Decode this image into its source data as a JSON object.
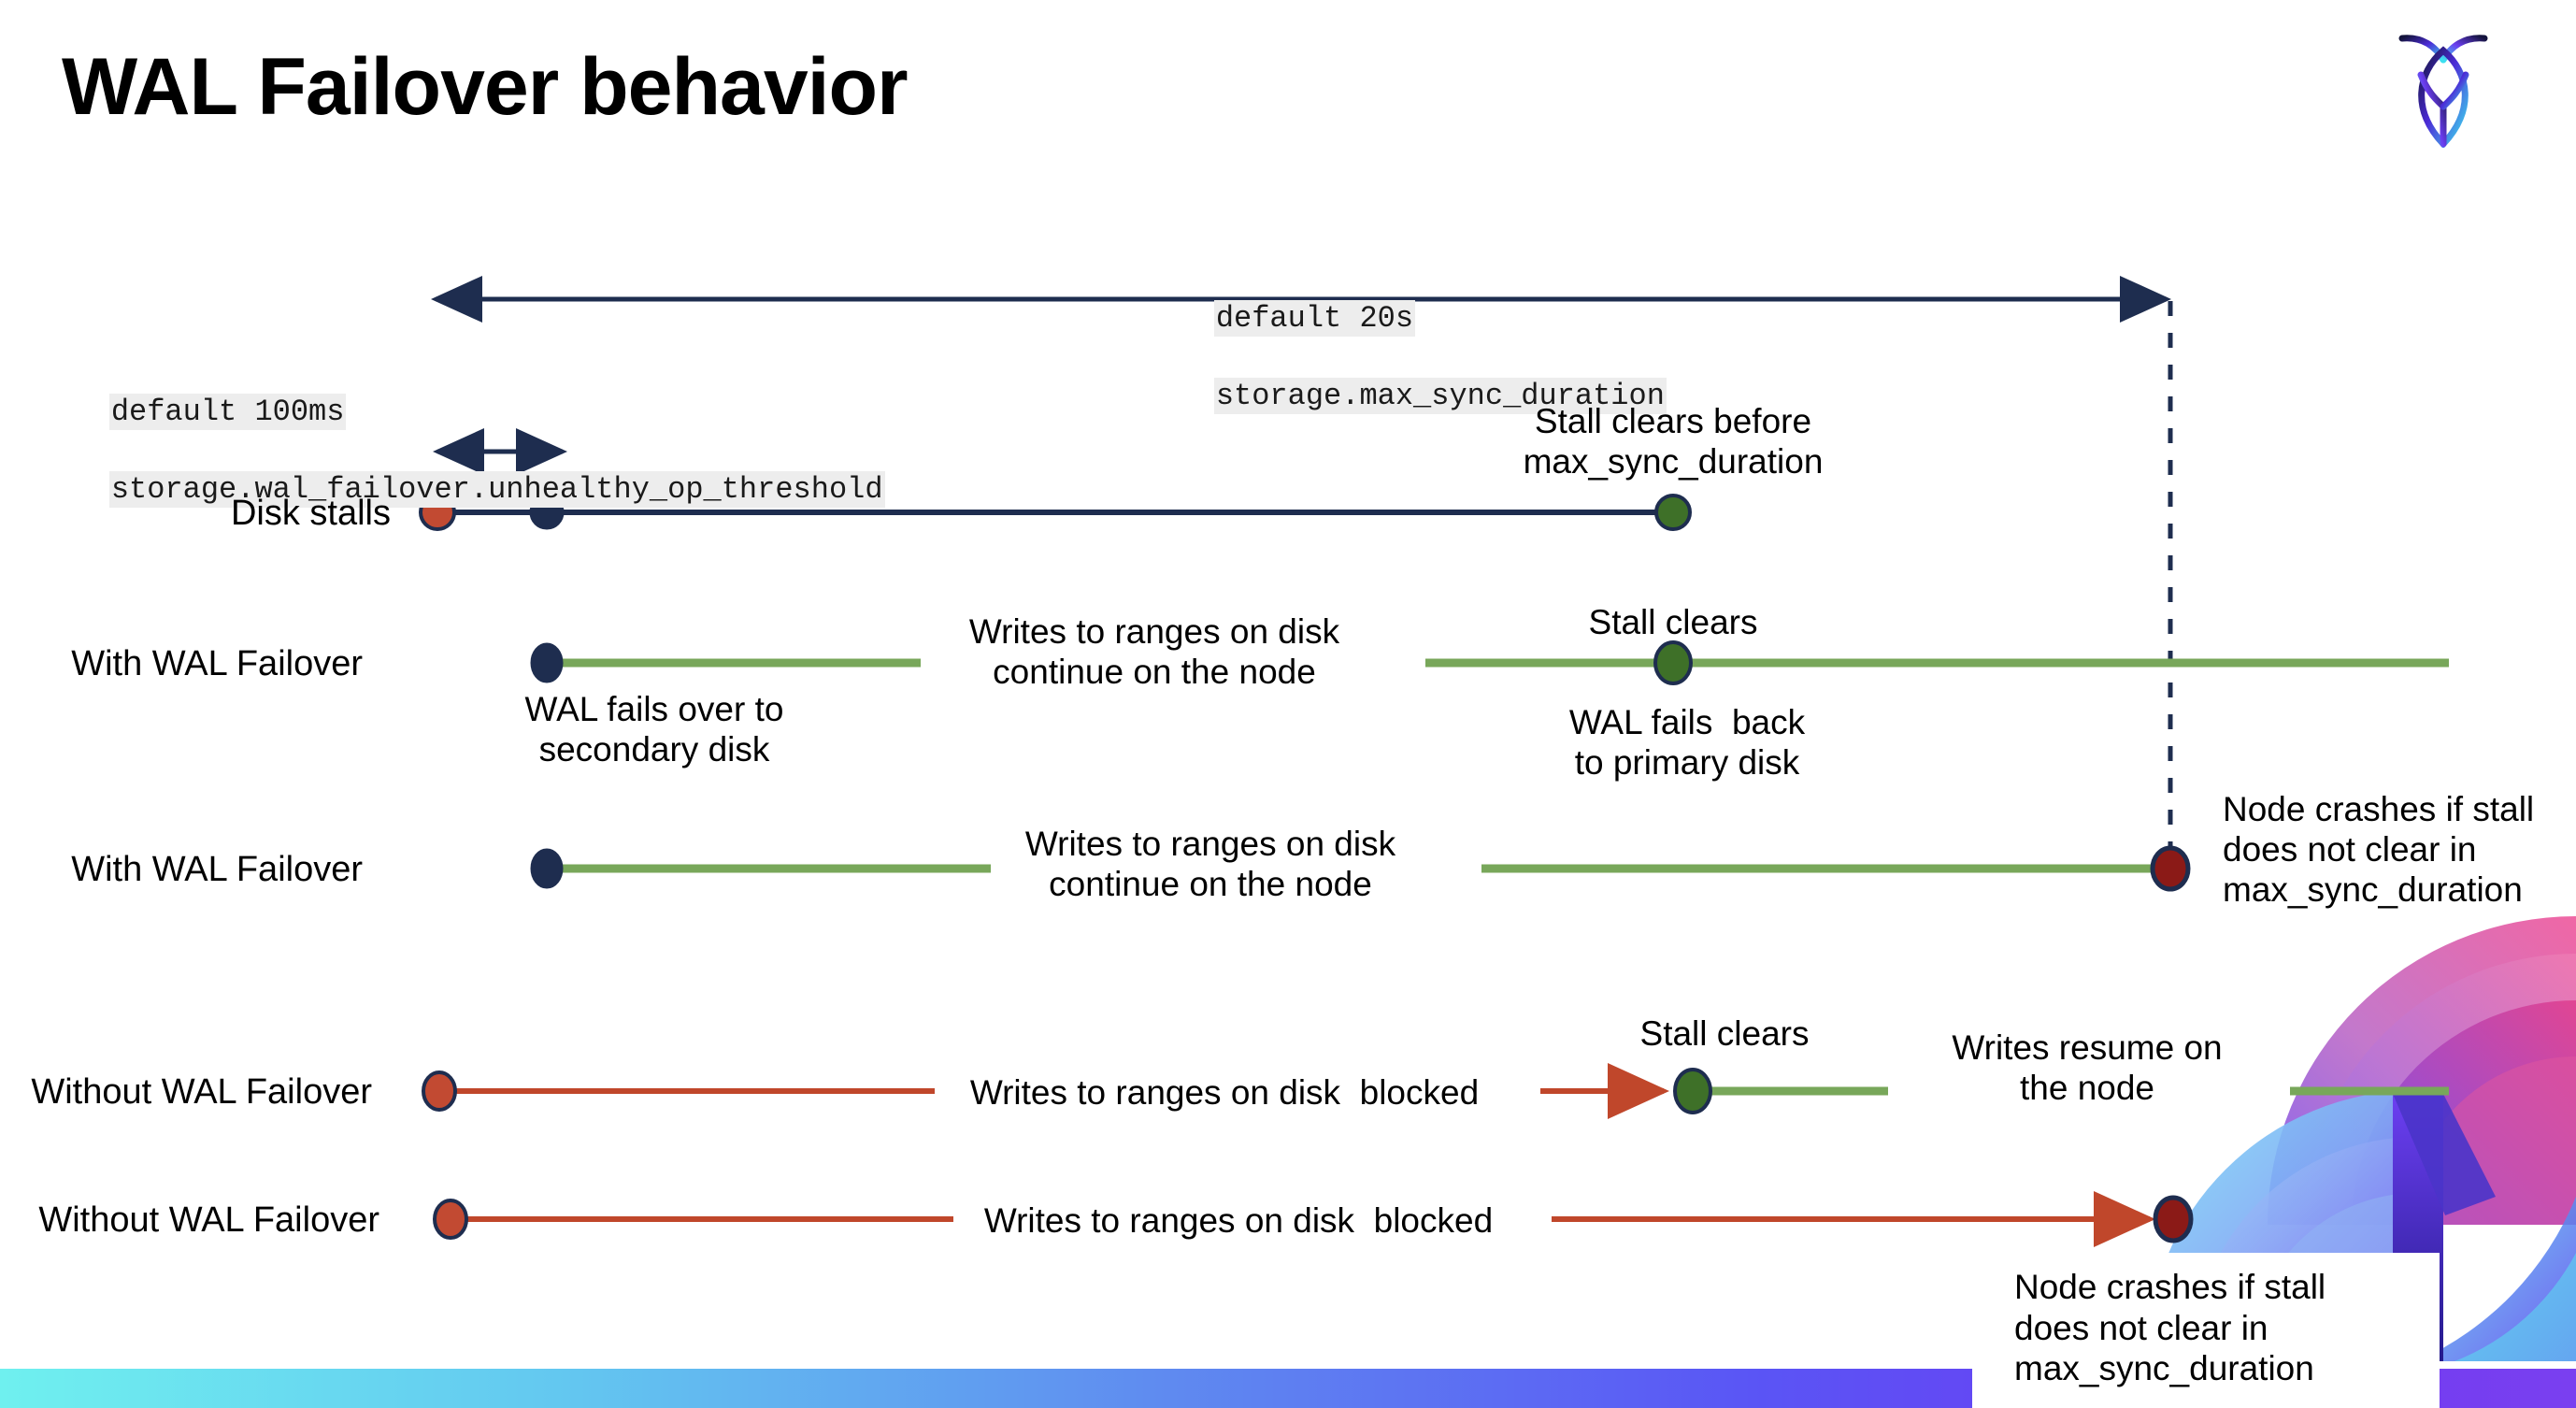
{
  "slide": {
    "title": "WAL Failover behavior",
    "logo_name": "cockroachdb-logo"
  },
  "annotations": {
    "max_sync": {
      "default": "default 20s",
      "setting": "storage.max_sync_duration"
    },
    "unhealthy_op": {
      "default": "default 100ms",
      "setting": "storage.wal_failover.unhealthy_op_threshold"
    }
  },
  "rows": [
    {
      "id": "disk-stalls",
      "label": "Disk stalls",
      "notes": [
        {
          "id": "stall-clears-before",
          "text": "Stall clears before\nmax_sync_duration"
        }
      ]
    },
    {
      "id": "with-wal-failover-1",
      "label": "With WAL Failover",
      "notes": [
        {
          "id": "wal-fails-over",
          "text": "WAL fails over to\nsecondary disk"
        },
        {
          "id": "writes-continue-1",
          "text": "Writes to ranges on disk\ncontinue on the node"
        },
        {
          "id": "stall-clears-1",
          "text": "Stall clears"
        },
        {
          "id": "wal-fails-back",
          "text": "WAL fails  back\nto primary disk"
        }
      ]
    },
    {
      "id": "with-wal-failover-2",
      "label": "With WAL Failover",
      "notes": [
        {
          "id": "writes-continue-2",
          "text": "Writes to ranges on disk\ncontinue on the node"
        },
        {
          "id": "node-crashes-1",
          "text": "Node crashes if stall\ndoes not clear in\nmax_sync_duration"
        }
      ]
    },
    {
      "id": "without-wal-failover-1",
      "label": "Without WAL Failover",
      "notes": [
        {
          "id": "writes-blocked-1",
          "text": "Writes to ranges on disk  blocked"
        },
        {
          "id": "stall-clears-2",
          "text": "Stall clears"
        },
        {
          "id": "writes-resume",
          "text": "Writes resume on\nthe node"
        }
      ]
    },
    {
      "id": "without-wal-failover-2",
      "label": "Without WAL Failover",
      "notes": [
        {
          "id": "writes-blocked-2",
          "text": "Writes to ranges on disk  blocked"
        },
        {
          "id": "node-crashes-2",
          "text": "Node crashes if stall\ndoes not clear in\nmax_sync_duration"
        }
      ]
    }
  ],
  "colors": {
    "navy": "#1E2D4F",
    "orange": "#C24A32",
    "green_line": "#78A75A",
    "green_dot": "#3E7028",
    "dark_red": "#8B1A17",
    "red_line": "#C0472B",
    "code_bg": "#EDEDED",
    "background": "#FFFFFF"
  },
  "chart_data": {
    "type": "timeline",
    "title": "WAL Failover behavior",
    "x_axis_note": "time (left = stall begins, right = max_sync_duration limit)",
    "markers": {
      "stall_start_x": 465,
      "failover_x": 585,
      "max_sync_x": 2320,
      "stall_clear_x": 1790
    },
    "series": [
      {
        "name": "Disk stalls",
        "segments": [
          {
            "color": "navy",
            "from": 465,
            "to": 1790
          }
        ],
        "points": [
          {
            "x": 465,
            "type": "stall-start",
            "color": "orange"
          },
          {
            "x": 585,
            "type": "threshold",
            "color": "navy"
          },
          {
            "x": 1790,
            "type": "stall-clears",
            "color": "green"
          }
        ]
      },
      {
        "name": "With WAL Failover",
        "segments": [
          {
            "color": "green",
            "from": 585,
            "to": 985
          },
          {
            "color": "green",
            "from": 1525,
            "to": 2620
          }
        ],
        "points": [
          {
            "x": 585,
            "type": "failover",
            "color": "navy"
          },
          {
            "x": 1790,
            "type": "stall-clears",
            "color": "green"
          }
        ]
      },
      {
        "name": "With WAL Failover",
        "segments": [
          {
            "color": "green",
            "from": 585,
            "to": 1060
          },
          {
            "color": "green",
            "from": 1585,
            "to": 2320
          }
        ],
        "points": [
          {
            "x": 585,
            "type": "failover",
            "color": "navy"
          },
          {
            "x": 2320,
            "type": "node-crash",
            "color": "dark-red"
          }
        ]
      },
      {
        "name": "Without WAL Failover",
        "segments": [
          {
            "color": "red",
            "from": 465,
            "to": 1000
          },
          {
            "color": "red",
            "from": 1650,
            "to": 1790
          },
          {
            "color": "green",
            "from": 1790,
            "to": 2020
          },
          {
            "color": "green",
            "from": 2450,
            "to": 2620
          }
        ],
        "points": [
          {
            "x": 465,
            "type": "stall-start",
            "color": "orange"
          },
          {
            "x": 1790,
            "type": "stall-clears",
            "color": "green"
          }
        ]
      },
      {
        "name": "Without WAL Failover",
        "segments": [
          {
            "color": "red",
            "from": 480,
            "to": 1020
          },
          {
            "color": "red",
            "from": 1660,
            "to": 2320
          }
        ],
        "points": [
          {
            "x": 480,
            "type": "stall-start",
            "color": "orange"
          },
          {
            "x": 2320,
            "type": "node-crash",
            "color": "dark-red"
          }
        ]
      }
    ],
    "spans": [
      {
        "name": "storage.max_sync_duration",
        "label": "default 20s",
        "from": 465,
        "to": 2320,
        "style": "double-arrow"
      },
      {
        "name": "storage.wal_failover.unhealthy_op_threshold",
        "label": "default 100ms",
        "from": 462,
        "to": 605,
        "style": "double-arrow"
      }
    ]
  }
}
